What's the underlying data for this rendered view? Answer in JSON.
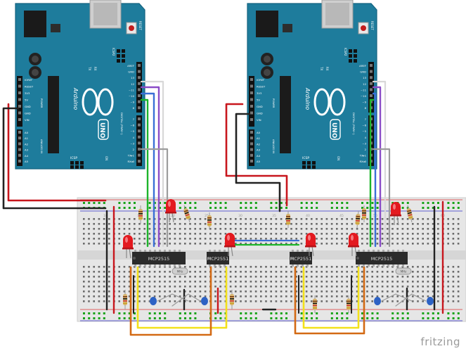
{
  "boards": [
    {
      "name": "Arduino",
      "model": "UNO",
      "reset_label": "RESET",
      "icsp_label": "ICSP",
      "icsp2_label": "ICSP2",
      "on_label": "ON",
      "tx_label": "TX",
      "rx_label": "RX",
      "digital_label": "DIGITAL (PWM~)",
      "power_label": "POWER",
      "analog_label": "ANALOG IN",
      "left_pins": [
        "IOREF",
        "RESET",
        "3V3",
        "5V",
        "GND",
        "GND",
        "VIN"
      ],
      "analog_pins": [
        "A0",
        "A1",
        "A2",
        "A3",
        "A4",
        "A5"
      ],
      "digital_top": [
        "AREF",
        "GND",
        "13",
        "12",
        "~11",
        "~10",
        "~9",
        "8"
      ],
      "digital_bottom": [
        "7",
        "~6",
        "~5",
        "4",
        "~3",
        "2",
        "TX▸1",
        "RX◂0"
      ]
    },
    {
      "name": "Arduino",
      "model": "UNO",
      "reset_label": "RESET",
      "icsp_label": "ICSP",
      "icsp2_label": "ICSP2",
      "on_label": "ON",
      "tx_label": "TX",
      "rx_label": "RX",
      "digital_label": "DIGITAL (PWM~)",
      "power_label": "POWER",
      "analog_label": "ANALOG IN",
      "left_pins": [
        "IOREF",
        "RESET",
        "3V3",
        "5V",
        "GND",
        "GND",
        "VIN"
      ],
      "analog_pins": [
        "A0",
        "A1",
        "A2",
        "A3",
        "A4",
        "A5"
      ],
      "digital_top": [
        "AREF",
        "GND",
        "13",
        "12",
        "~11",
        "~10",
        "~9",
        "8"
      ],
      "digital_bottom": [
        "7",
        "~6",
        "~5",
        "4",
        "~3",
        "2",
        "TX▸1",
        "RX◂0"
      ]
    }
  ],
  "chips": [
    {
      "label": "MCP2515"
    },
    {
      "label": "MCP2551"
    },
    {
      "label": "MCP2551"
    },
    {
      "label": "MCP2515"
    }
  ],
  "crystals": [
    {
      "label": "MHz"
    },
    {
      "label": "MHz"
    }
  ],
  "breadboard_numbers": [
    "10",
    "15",
    "20",
    "25",
    "30",
    "35",
    "40",
    "45",
    "50",
    "55",
    "60"
  ],
  "brand": "fritzing",
  "colors": {
    "board": "#1e7c9c",
    "board_edge": "#146380",
    "breadboard": "#e6e6e6",
    "hole": "#6b6b6b",
    "rail_dot": "#19a319",
    "wire_red": "#c8161d",
    "wire_black": "#222222",
    "wire_green": "#1cb52a",
    "wire_blue": "#3a6fd6",
    "wire_purple": "#8a4cc7",
    "wire_gray": "#9c9c9c",
    "wire_yellow": "#f3e11b",
    "wire_orange": "#d36a14",
    "led": "#e3191f",
    "chip": "#2b2b2b"
  }
}
